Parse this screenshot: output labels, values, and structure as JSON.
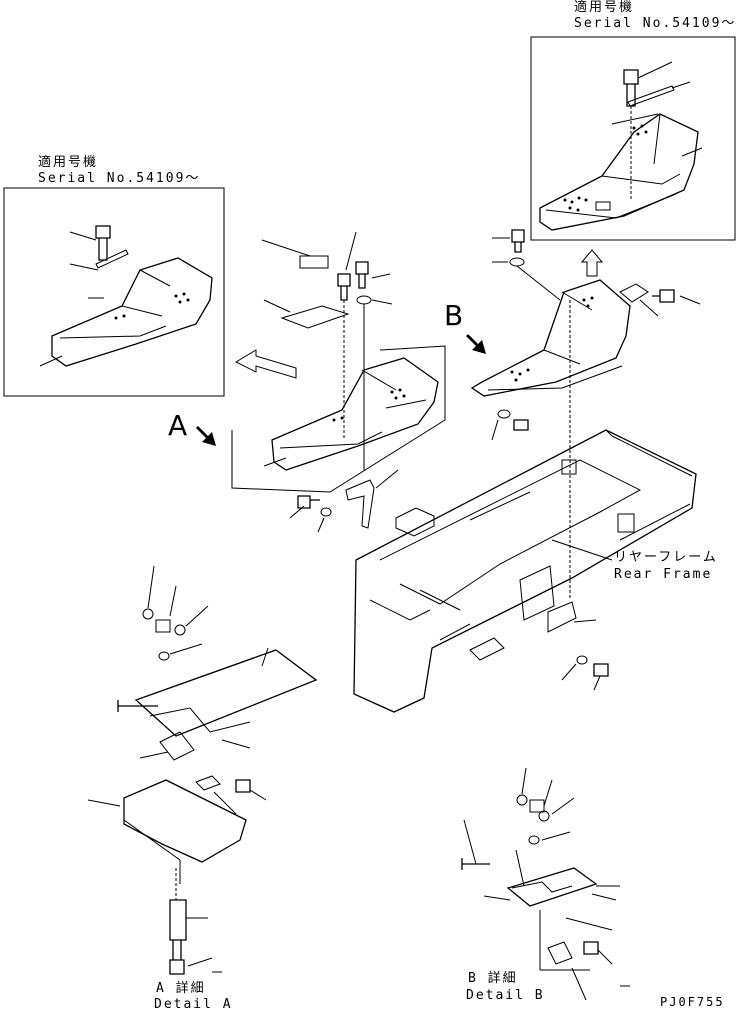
{
  "inset_right": {
    "applicable_jp": "適用号機",
    "serial": "Serial No.54109〜"
  },
  "inset_left": {
    "applicable_jp": "適用号機",
    "serial": "Serial No.54109〜"
  },
  "view_markers": {
    "a": "A",
    "b": "B"
  },
  "rear_frame": {
    "label_jp": "リヤーフレーム",
    "label_en": "Rear Frame"
  },
  "detail_a": {
    "label_jp": "A 詳細",
    "label_en": "Detail A"
  },
  "detail_b": {
    "label_jp": "B 詳細",
    "label_en": "Detail B"
  },
  "drawing_code": "PJ0F755"
}
